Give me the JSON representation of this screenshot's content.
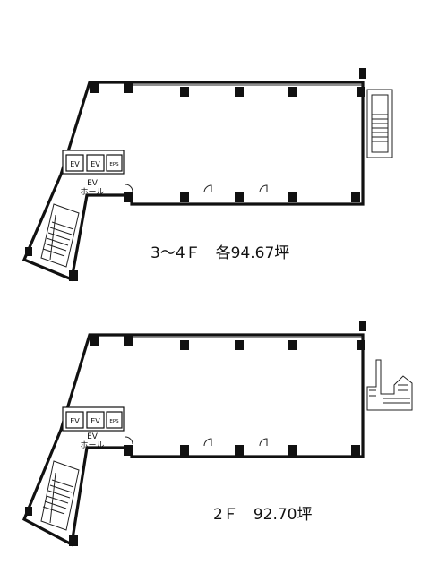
{
  "floors": [
    {
      "id": "upper",
      "area_label": "3～4Ｆ　各94.67坪",
      "elevator_labels": [
        "EV",
        "EV"
      ],
      "eps_label": "EPS",
      "ev_hall_label_1": "EV",
      "ev_hall_label_2": "ホール"
    },
    {
      "id": "second",
      "area_label": "2Ｆ　92.70坪",
      "elevator_labels": [
        "EV",
        "EV"
      ],
      "eps_label": "EPS",
      "ev_hall_label_1": "EV",
      "ev_hall_label_2": "ホール"
    }
  ]
}
